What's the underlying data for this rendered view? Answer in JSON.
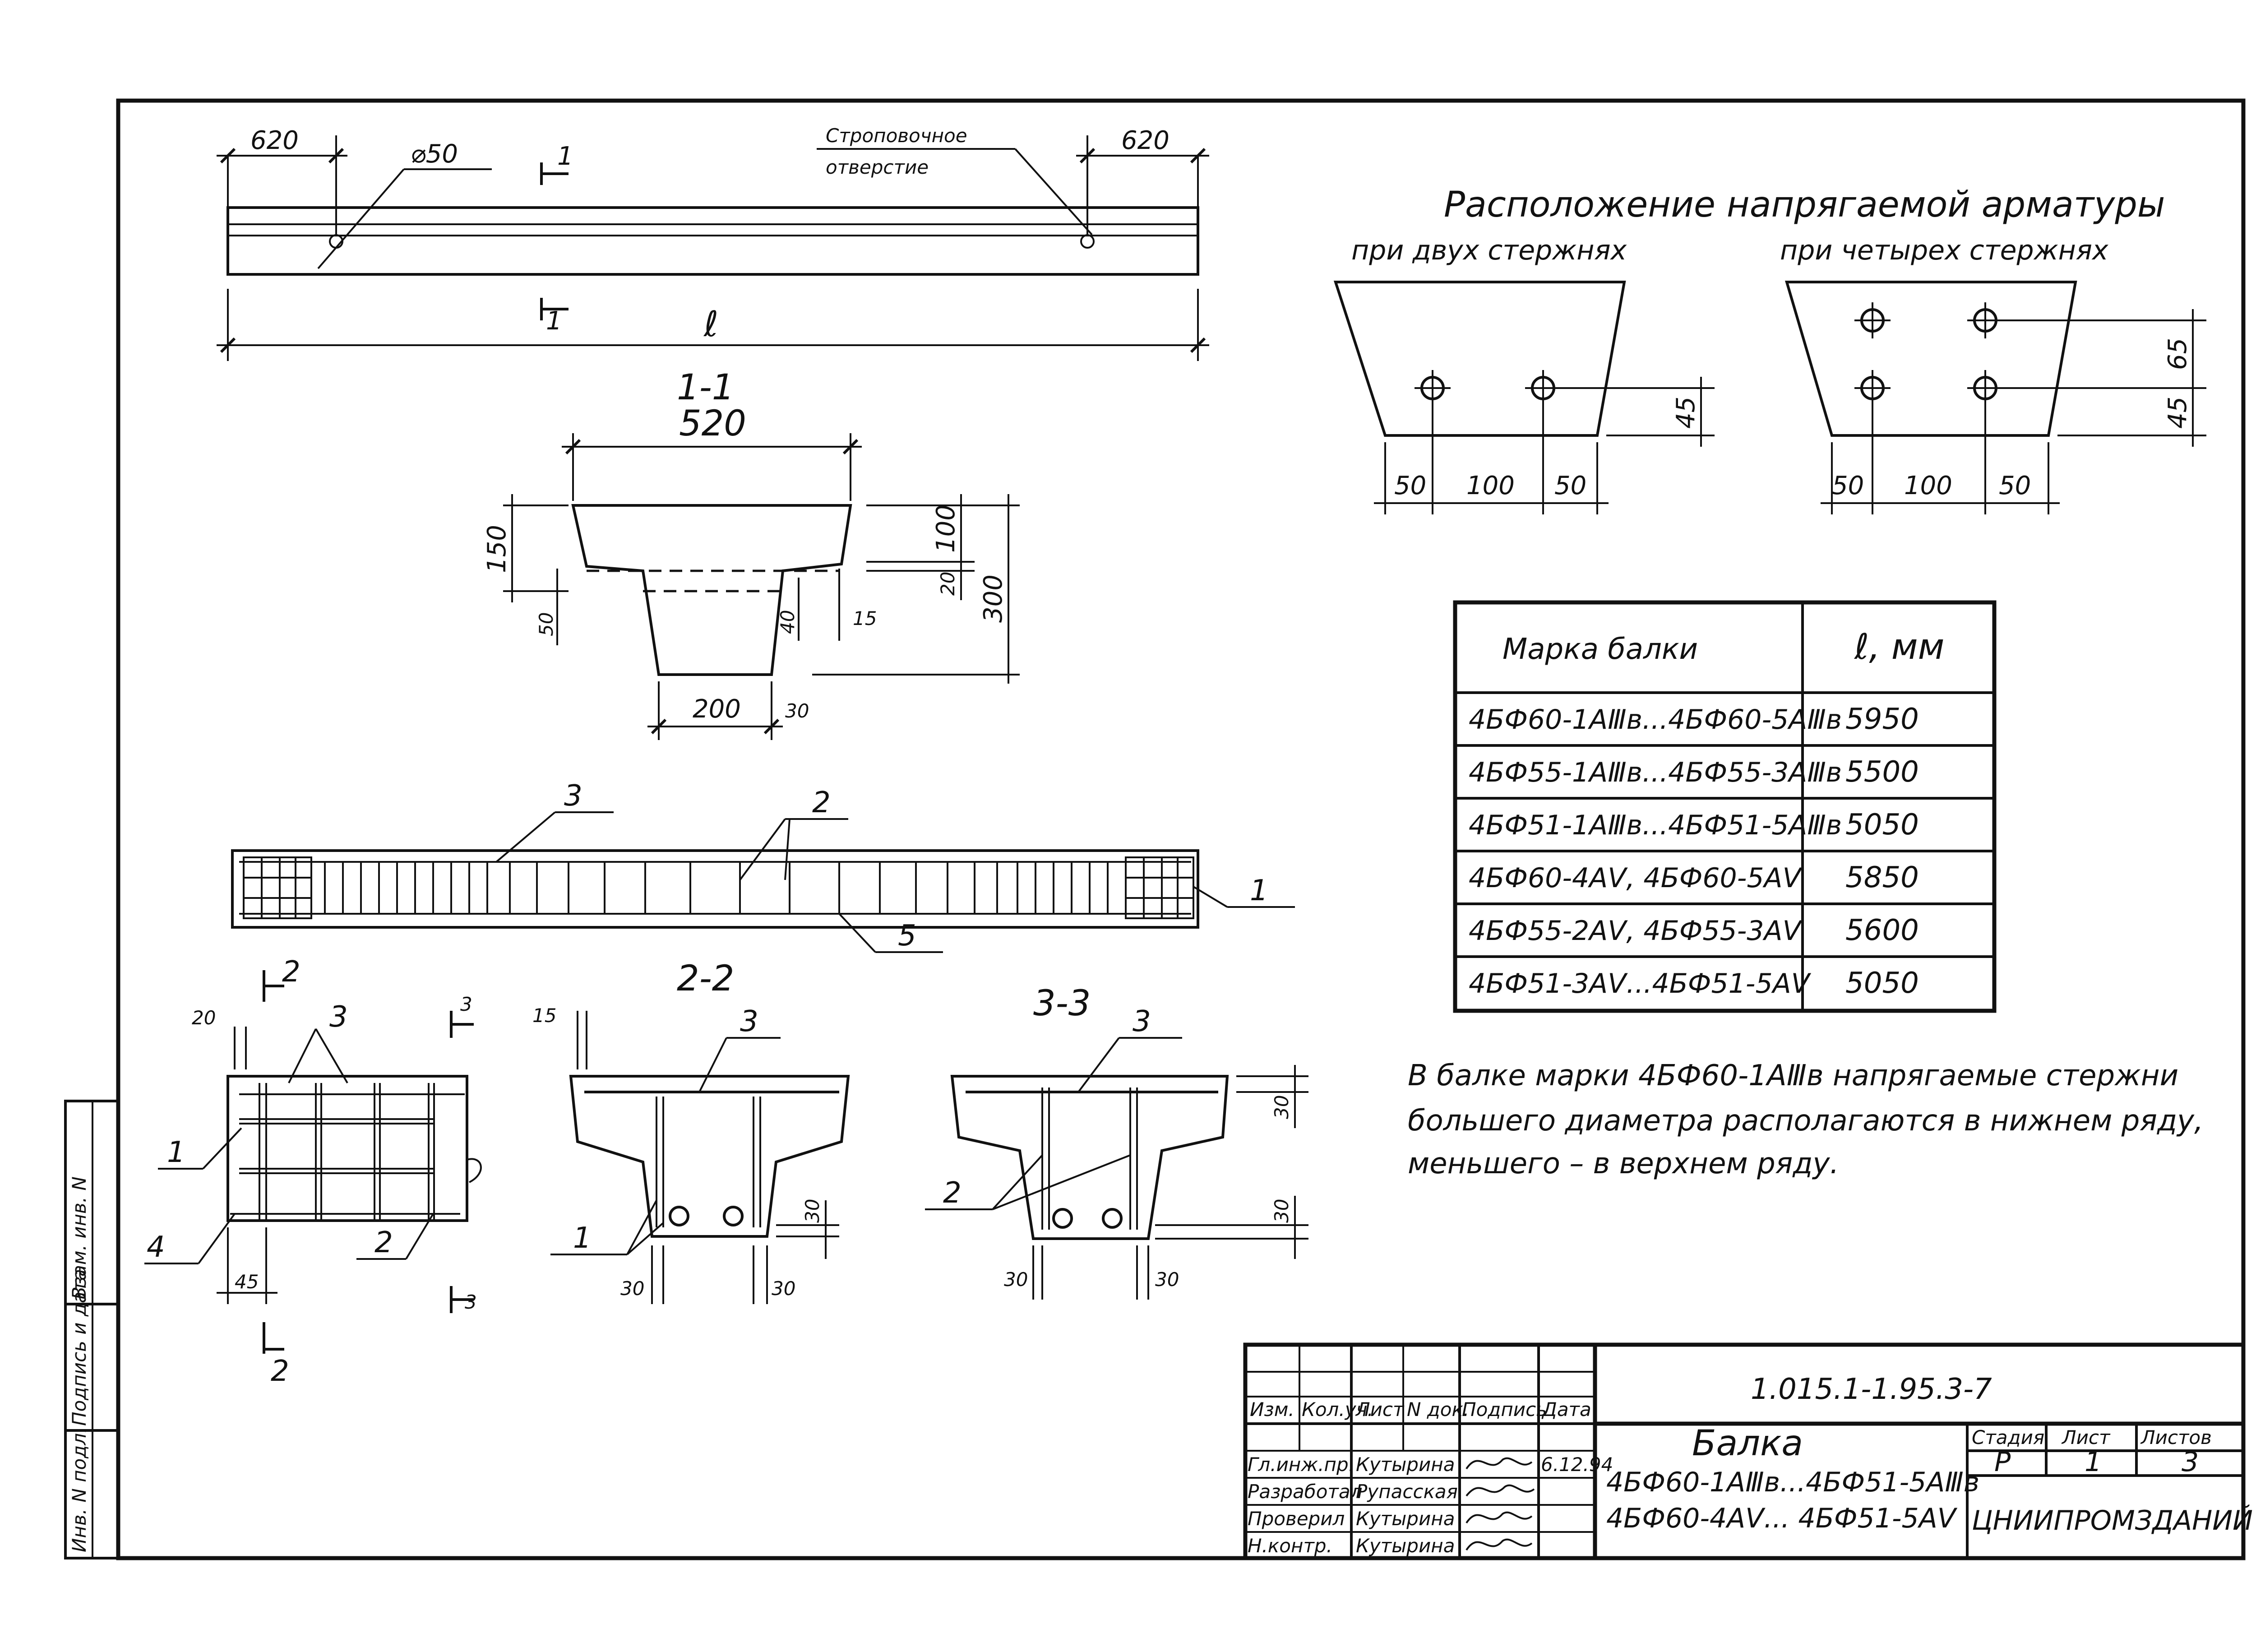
{
  "plan": {
    "dim_left": "620",
    "dim_right": "620",
    "hole_dia": "⌀50",
    "hole_note_line1": "Строповочное",
    "hole_note_line2": "отверстие",
    "length": "ℓ",
    "cut_1": "1"
  },
  "section_1_1": {
    "title": "1-1",
    "top_width": "520",
    "bottom_width": "200",
    "d150": "150",
    "d100": "100",
    "d300": "300",
    "d50": "50",
    "d40": "40",
    "d20": "20",
    "d15": "15",
    "d30": "30"
  },
  "prestress": {
    "title": "Расположение напрягаемой арматуры",
    "two_bars": "при двух стержнях",
    "four_bars": "при четырех стержнях",
    "d50": "50",
    "d100": "100",
    "d45": "45",
    "d65": "65"
  },
  "beam_table": {
    "col1": "Марка балки",
    "col2": "ℓ, мм",
    "rows": [
      {
        "mark": "4БФ60-1АⅢв...4БФ60-5АⅢв",
        "len": "5950"
      },
      {
        "mark": "4БФ55-1АⅢв...4БФ55-3АⅢв",
        "len": "5500"
      },
      {
        "mark": "4БФ51-1АⅢв...4БФ51-5АⅢв",
        "len": "5050"
      },
      {
        "mark": "4БФ60-4АⅤ, 4БФ60-5АⅤ",
        "len": "5850"
      },
      {
        "mark": "4БФ55-2АⅤ, 4БФ55-3АⅤ",
        "len": "5600"
      },
      {
        "mark": "4БФ51-3АⅤ...4БФ51-5АⅤ",
        "len": "5050"
      }
    ]
  },
  "note": {
    "line1": "В балке марки 4БФ60-1АⅢв напрягаемые стержни",
    "line2": "большего диаметра располагаются в нижнем ряду,",
    "line3": "меньшего – в верхнем ряду."
  },
  "elevation": {
    "p1": "1",
    "p2": "2",
    "p3": "3",
    "p5": "5"
  },
  "detail": {
    "p1": "1",
    "p2": "2",
    "p3": "3",
    "p4": "4",
    "d20": "20",
    "d45": "45",
    "cut2": "2",
    "cut3": "3"
  },
  "section_2_2": {
    "title": "2-2",
    "p1": "1",
    "p3": "3",
    "d15": "15",
    "d30a": "30",
    "d30b": "30",
    "d30c": "30"
  },
  "section_3_3": {
    "title": "3-3",
    "p2": "2",
    "p3": "3",
    "d30a": "30",
    "d30b": "30",
    "d30c": "30",
    "d30d": "30"
  },
  "side_stamp": {
    "c1": "Инв. N подл.",
    "c2": "Подпись и дата",
    "c3": "Взам. инв. N"
  },
  "title_block": {
    "code": "1.015.1-1.95.3-7",
    "h_izm": "Изм.",
    "h_kol": "Кол.уч.",
    "h_list": "Лист",
    "h_ndok": "N док.",
    "h_podp": "Подпись",
    "h_data": "Дата",
    "roles": [
      {
        "role": "Гл.инж.пр.",
        "name": "Кутырина",
        "date": "6.12.94"
      },
      {
        "role": "Разработал",
        "name": "Рупасская",
        "date": ""
      },
      {
        "role": "Проверил",
        "name": "Кутырина",
        "date": ""
      },
      {
        "role": "Н.контр.",
        "name": "Кутырина",
        "date": ""
      }
    ],
    "name_line1": "Балка",
    "name_line2": "4БФ60-1АⅢв...4БФ51-5АⅢв",
    "name_line3": "4БФ60-4АⅤ... 4БФ51-5АⅤ",
    "h_stage": "Стадия",
    "h_sheet": "Лист",
    "h_sheets": "Листов",
    "stage": "Р",
    "sheet": "1",
    "sheets": "3",
    "org": "ЦНИИПРОМЗДАНИЙ"
  }
}
